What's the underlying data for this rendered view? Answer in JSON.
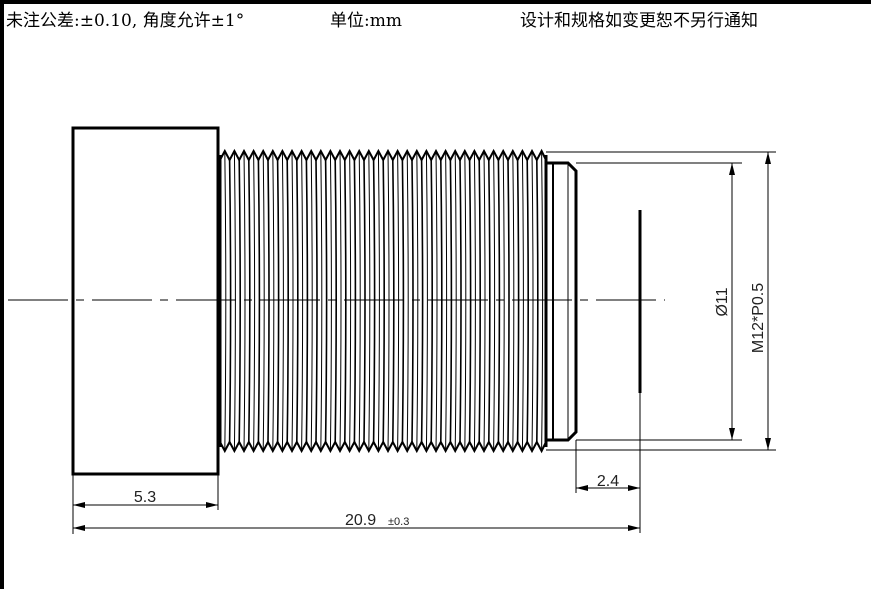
{
  "header": {
    "tolerance_note": "未注公差:±0.10, 角度允许±1°",
    "unit_note": "单位:mm",
    "notice": "设计和规格如变更恕不另行通知"
  },
  "dimensions": {
    "inner_diameter": "Ø11",
    "thread_spec": "M12*P0.5",
    "flange_length": "5.3",
    "back_focus": "2.4",
    "total_length": "20.9",
    "total_length_tolerance": "±0.3"
  },
  "colors": {
    "line": "#000000"
  }
}
